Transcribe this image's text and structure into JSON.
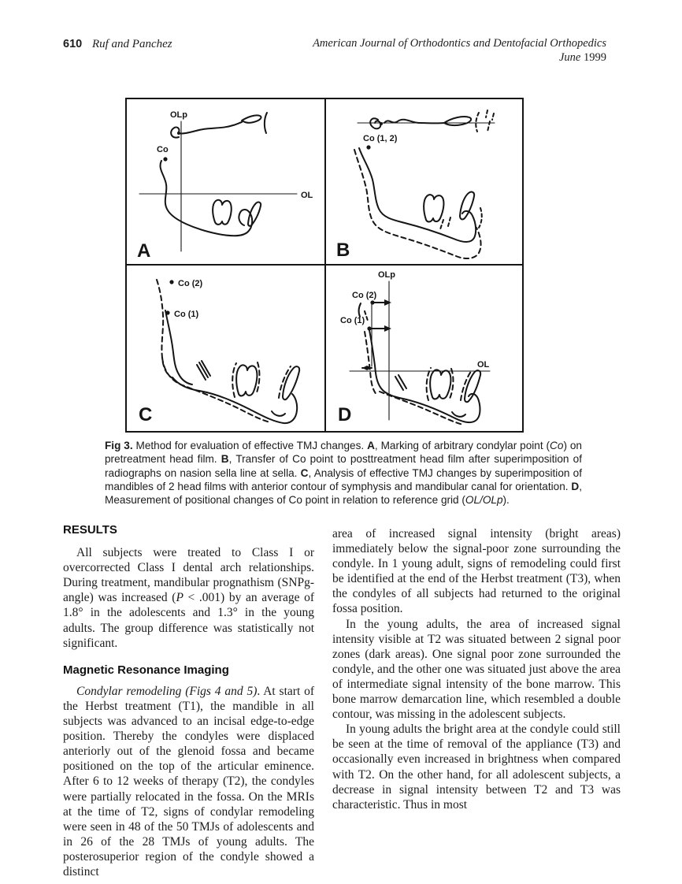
{
  "header": {
    "page_number": "610",
    "running_authors": "Ruf and Panchez",
    "journal_title": "American Journal of Orthodontics and Dentofacial Orthopedics",
    "issue_month": "June",
    "issue_year": "1999"
  },
  "figure": {
    "panel_a": {
      "letter": "A",
      "olp_label": "OLp",
      "co_label": "Co",
      "ol_label": "OL"
    },
    "panel_b": {
      "letter": "B",
      "co_label": "Co (1, 2)"
    },
    "panel_c": {
      "letter": "C",
      "co2_label": "Co (2)",
      "co1_label": "Co (1)"
    },
    "panel_d": {
      "letter": "D",
      "olp_label": "OLp",
      "co2_label": "Co (2)",
      "co1_label": "Co (1)",
      "ol_label": "OL"
    },
    "caption": {
      "label": "Fig 3.",
      "s1": " Method for evaluation of effective TMJ changes. ",
      "a": "A",
      "s2": ", Marking of arbitrary condylar point (",
      "co_italic": "Co",
      "s3": ") on pretreatment head film. ",
      "b": "B",
      "s4": ", Transfer of Co point to posttreatment head film after superimposition of radiographs on nasion sella line at sella. ",
      "c": "C",
      "s5": ", Analysis of effective TMJ changes by superimposition of mandibles of 2 head films with anterior contour of symphysis and mandibular canal for orientation. ",
      "d": "D",
      "s6": ", Measurement of positional changes of Co point in relation to reference grid (",
      "grid_italic": "OL/OLp",
      "s7": ")."
    }
  },
  "results": {
    "heading": "RESULTS",
    "p1_a": "All subjects were treated to Class I or overcorrected Class I dental arch relationships. During treatment, mandibular prognathism (SNPg-angle) was increased (",
    "p1_italic": "P",
    "p1_b": " < .001) by an average of 1.8° in the adolescents and 1.3° in the young adults. The group difference was statistically not significant."
  },
  "mri": {
    "heading": "Magnetic Resonance Imaging",
    "p1_italic": "Condylar remodeling (Figs 4 and 5)",
    "p1": ". At start of the Herbst treatment (T1), the mandible in all subjects was advanced to an incisal edge-to-edge position. Thereby the condyles were displaced anteriorly out of the glenoid fossa and became positioned on the top of the articular eminence. After 6 to 12 weeks of therapy (T2), the condyles were partially relocated in the fossa. On the MRIs at the time of T2, signs of condylar remodeling were seen in 48 of the 50 TMJs of adolescents and in 26 of the 28 TMJs of young adults. The posterosuperior region of the condyle showed a distinct"
  },
  "right_column": {
    "p1": "area of increased signal intensity (bright areas) immediately below the signal-poor zone surrounding the condyle. In 1 young adult, signs of remodeling could first be identified at the end of the Herbst treatment (T3), when the condyles of all subjects had returned to the original fossa position.",
    "p2": "In the young adults, the area of increased signal intensity visible at T2 was situated between 2 signal poor zones (dark areas). One signal poor zone surrounded the condyle, and the other one was situated just above the area of intermediate signal intensity of the bone marrow. This bone marrow demarcation line, which resembled a double contour, was missing in the adolescent subjects.",
    "p3": "In young adults the bright area at the condyle could still be seen at the time of removal of the appliance (T3) and occasionally even increased in brightness when compared with T2. On the other hand, for all adolescent subjects, a decrease in signal intensity between T2 and T3 was characteristic. Thus in most"
  }
}
